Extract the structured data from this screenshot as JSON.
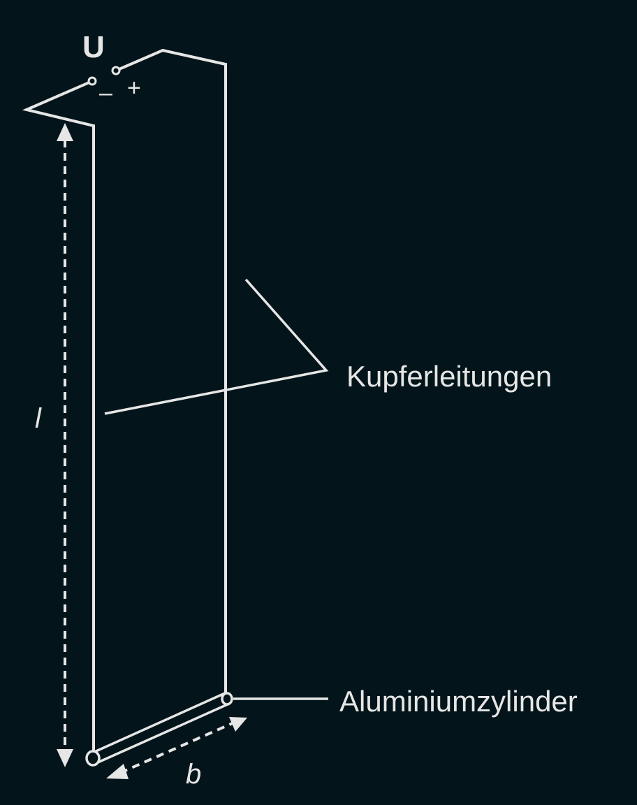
{
  "labels": {
    "voltage": "U",
    "minus": "–",
    "plus": "+",
    "length_var": "l",
    "width_var": "b",
    "copper_wires": "Kupferleitungen",
    "aluminium_cylinder": "Aluminiumzylinder"
  },
  "colors": {
    "background": "#03151a",
    "line": "#e6e6e6"
  }
}
